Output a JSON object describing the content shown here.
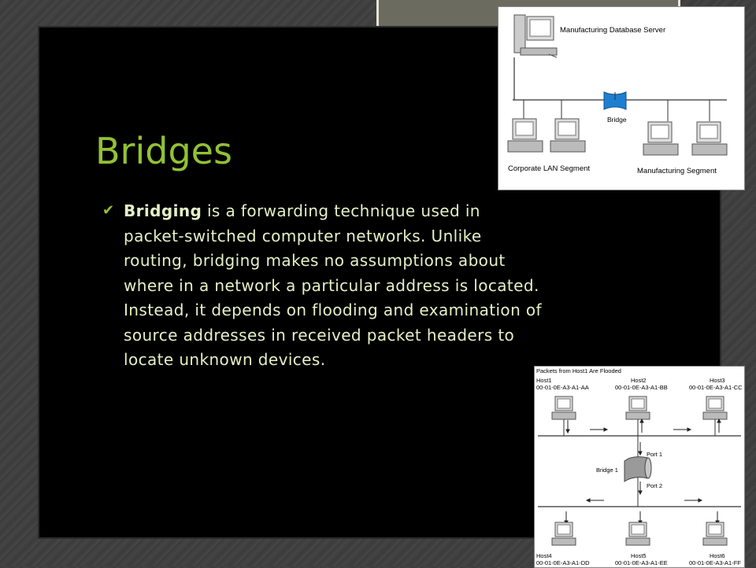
{
  "slide": {
    "title": "Bridges",
    "bullet_lead": "Bridging",
    "bullet_text": " is a forwarding technique used in packet-switched computer networks. Unlike routing, bridging makes no assumptions about where in a network a particular address is located. Instead, it depends on flooding and examination of source addresses in received packet headers to locate unknown devices.",
    "bullet_icon": "check-mark-icon"
  },
  "diagram1": {
    "server_label": "Manufacturing Database Server",
    "bridge_label": "Bridge",
    "left_segment": "Corporate LAN Segment",
    "right_segment": "Manufacturing Segment"
  },
  "diagram2": {
    "heading": "Packets from Host1 Are Flooded",
    "bridge_label": "Bridge 1",
    "port1": "Port 1",
    "port2": "Port 2",
    "hosts": [
      {
        "name": "Host1",
        "mac": "00-01-0E-A3-A1-AA"
      },
      {
        "name": "Host2",
        "mac": "00-01-0E-A3-A1-BB"
      },
      {
        "name": "Host3",
        "mac": "00-01-0E-A3-A1-CC"
      },
      {
        "name": "Host4",
        "mac": "00-01-0E-A3-A1-DD"
      },
      {
        "name": "Host5",
        "mac": "00-01-0E-A3-A1-EE"
      },
      {
        "name": "Host6",
        "mac": "00-01-0E-A3-A1-FF"
      }
    ]
  },
  "colors": {
    "accent": "#92c134",
    "text": "#e6f0c6",
    "bridge_blue": "#1e7fd0"
  }
}
